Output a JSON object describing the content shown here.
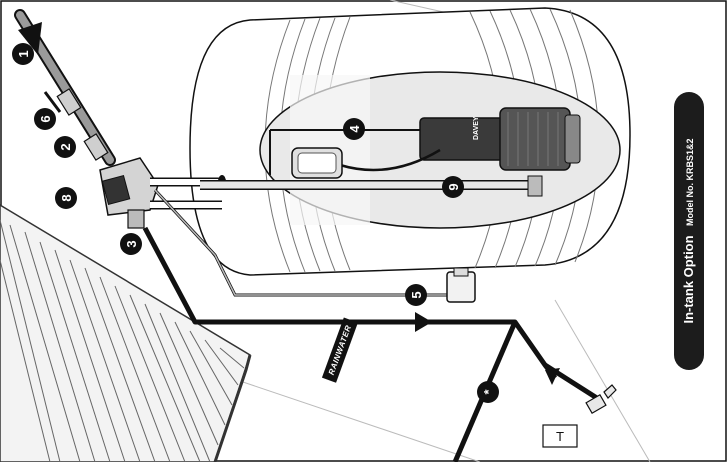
{
  "title": {
    "main": "In-tank Option",
    "model": "Model No. KRBS1&2"
  },
  "pipe_label": "RAINWATER",
  "pump_brand": "DAVEY",
  "callouts": {
    "c1": "1",
    "c2": "2",
    "c3": "3",
    "c4": "4",
    "c5": "5",
    "c6": "6",
    "c8": "8",
    "c9": "9",
    "cstar": "*"
  },
  "colors": {
    "line": "#111111",
    "tank_shade": "#e6e6e6",
    "pipe_grey": "#8a8a8a"
  }
}
